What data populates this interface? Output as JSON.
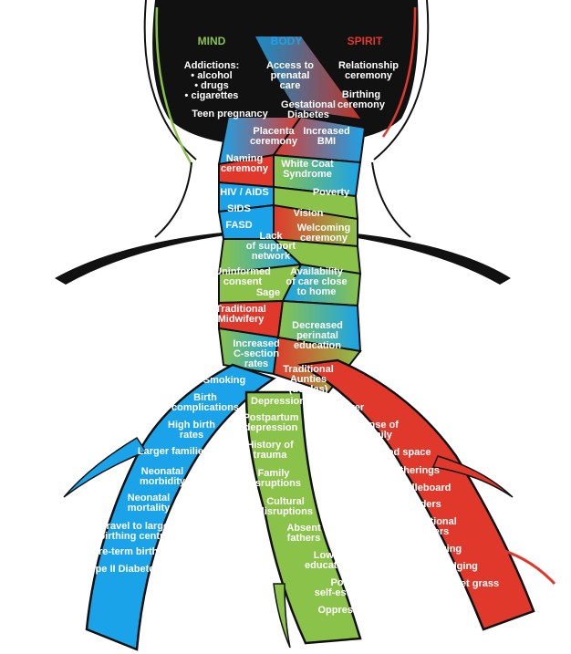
{
  "colors": {
    "mind": "#8bc34a",
    "body": "#1aa3e8",
    "spirit": "#e0392b",
    "outline": "#111111"
  },
  "headers": {
    "mind": "MIND",
    "body": "BODY",
    "spirit": "SPIRIT"
  },
  "labels": {
    "addictions": [
      "Addictions:",
      "• alcohol",
      "• drugs",
      "• cigarettes"
    ],
    "access_prenatal": [
      "Access to",
      "prenatal",
      "care"
    ],
    "relationship_ceremony": [
      "Relationship",
      "ceremony"
    ],
    "birthing_ceremony": [
      "Birthing",
      "ceremony"
    ],
    "teen_pregnancy": [
      "Teen pregnancy"
    ],
    "gestational_diabetes": [
      "Gestational",
      "Diabetes"
    ],
    "placenta_ceremony": [
      "Placenta",
      "ceremony"
    ],
    "increased_bmi": [
      "Increased",
      "BMI"
    ],
    "naming_ceremony": [
      "Naming",
      "ceremony"
    ],
    "white_coat": [
      "White Coat",
      "Syndrome"
    ],
    "hiv_aids": [
      "HIV / AIDS"
    ],
    "poverty": [
      "Poverty"
    ],
    "sids": [
      "SIDS"
    ],
    "vision": [
      "Vision"
    ],
    "fasd": [
      "FASD"
    ],
    "welcoming_ceremony": [
      "Welcoming",
      "ceremony"
    ],
    "lack_support": [
      "Lack",
      "of support",
      "network"
    ],
    "uninformed_consent": [
      "Uninformed",
      "consent"
    ],
    "availability_care": [
      "Availability",
      "of care close",
      "to home"
    ],
    "sage": [
      "Sage"
    ],
    "traditional_midwifery": [
      "Traditional",
      "Midwifery"
    ],
    "decreased_perinatal": [
      "Decreased",
      "perinatal",
      "education"
    ],
    "increased_csection": [
      "Increased",
      "C-section",
      "rates"
    ],
    "traditional_aunties": [
      "Traditional",
      "Aunties",
      "(doulas)"
    ],
    "smoking": [
      "Smoking"
    ],
    "birth_complications": [
      "Birth",
      "complications"
    ],
    "high_birth_rates": [
      "High birth",
      "rates"
    ],
    "larger_families": [
      "Larger families"
    ],
    "neonatal_morbidity": [
      "Neonatal",
      "morbidity"
    ],
    "neonatal_mortality": [
      "Neonatal",
      "mortality"
    ],
    "travel_larger": [
      "Travel to larger",
      "birthing centres"
    ],
    "preterm_birth": [
      "Pre-term birth"
    ],
    "type2_diabetes": [
      "Type II Diabetes"
    ],
    "depression": [
      "Depression"
    ],
    "postpartum_depression": [
      "Postpartum",
      "depression"
    ],
    "history_trauma": [
      "History of",
      "trauma"
    ],
    "family_disruptions": [
      "Family",
      "disruptions"
    ],
    "cultural_disruptions": [
      "Cultural",
      "disruptions"
    ],
    "absent_fathers": [
      "Absent",
      "fathers"
    ],
    "lower_education": [
      "Lower",
      "education"
    ],
    "poor_self_esteem": [
      "Poor",
      "self-esteem"
    ],
    "oppression": [
      "Oppression"
    ],
    "prayer": [
      "Prayer"
    ],
    "sense_family": [
      "Sense of",
      "family"
    ],
    "sacred_space": [
      "Sacred space"
    ],
    "gatherings": [
      "Gatherings"
    ],
    "cradleboard": [
      "Cradleboard"
    ],
    "elders": [
      "Elders"
    ],
    "traditional_healers": [
      "Traditional",
      "healers"
    ],
    "singing": [
      "Singing"
    ],
    "smudging": [
      "Smudging"
    ],
    "sweet_grass": [
      "Sweet grass"
    ]
  }
}
